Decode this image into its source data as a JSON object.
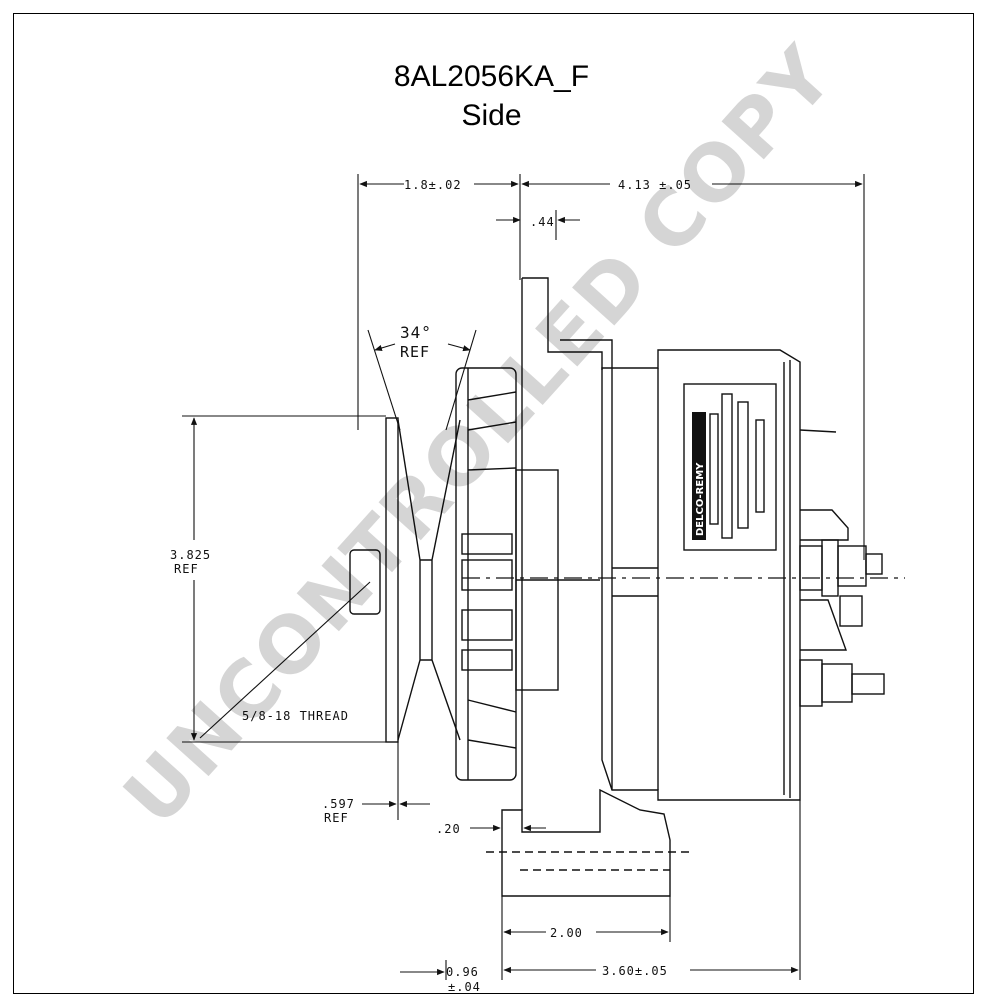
{
  "title": "8AL2056KA_F",
  "subtitle": "Side",
  "watermark": "UNCONTROLLED COPY",
  "dimensions": {
    "left_top": "1.8±.02",
    "right_top": "4.13 ±.05",
    "flange": ".44",
    "angle": "34°",
    "angle_ref": "REF",
    "height": "3.825",
    "height_ref": "REF",
    "thread": "5/8-18 THREAD",
    "offset": ".597",
    "offset_ref": "REF",
    "foot": ".20",
    "mount": "2.00",
    "bottom_left": "0.96",
    "bottom_left_tol": "±.04",
    "bottom_right": "3.60±.05"
  },
  "logo_text": "DELCO-REMY"
}
